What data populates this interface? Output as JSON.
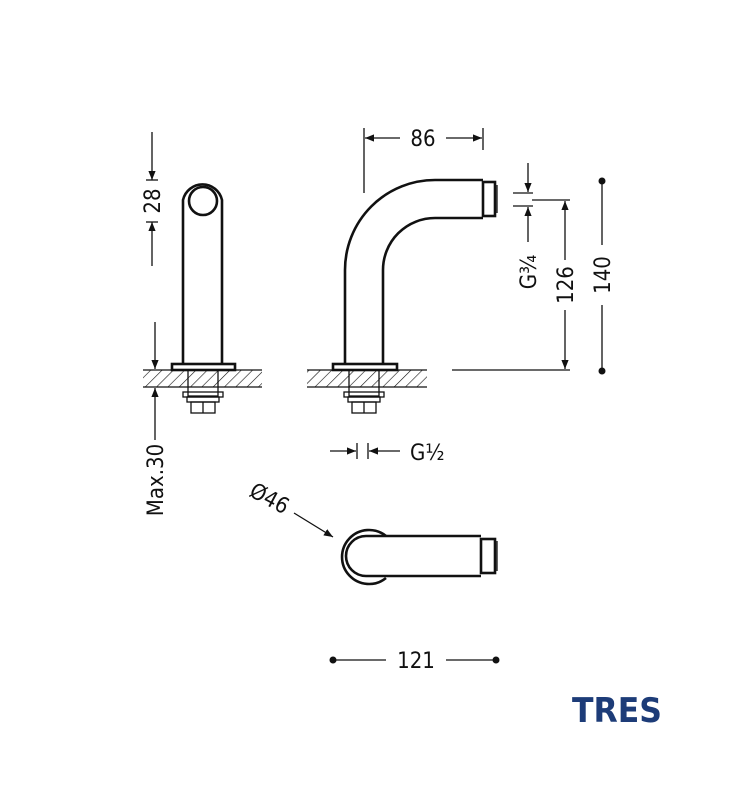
{
  "dimensions": {
    "head_height": "28",
    "max_thickness": "Max.30",
    "reach": "86",
    "outlet_thread": "G¾",
    "outlet_height": "126",
    "total_height": "140",
    "inlet_thread": "G½",
    "base_diameter": "Ø46",
    "total_length": "121"
  },
  "brand": {
    "name": "TRES",
    "color": "#1d3c78"
  },
  "colors": {
    "line": "#111111"
  }
}
